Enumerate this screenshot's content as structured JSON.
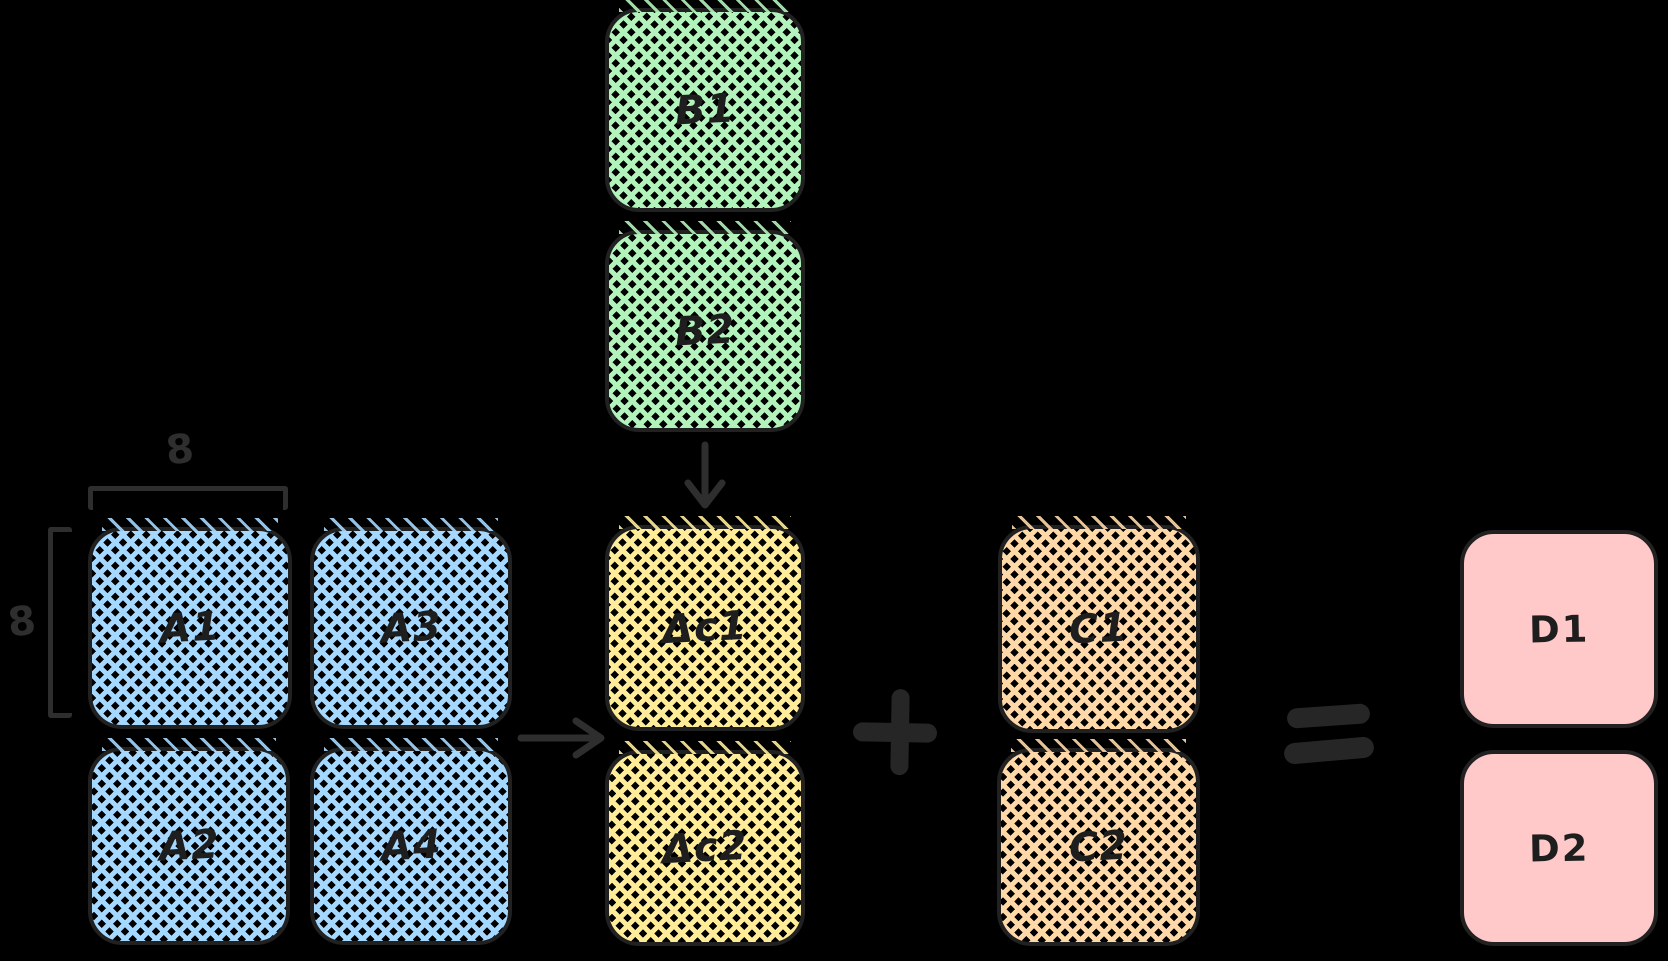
{
  "diagram": {
    "description": "blocked matrix multiply-accumulate: A blocks times B blocks produce delta-c blocks, added to C blocks, equals D blocks",
    "background": "#000000"
  },
  "palette": {
    "green": "#b2f2bb",
    "blue": "#a5d8ff",
    "yellow": "#ffec99",
    "orange": "#ffd8a8",
    "pink": "#ffc9c9",
    "block_outline": "#212121",
    "block_label": "#1e1e1e",
    "annotation": "#2e2e2e"
  },
  "blocks": {
    "b1": {
      "label": "B1"
    },
    "b2": {
      "label": "B2"
    },
    "a1": {
      "label": "A1"
    },
    "a3": {
      "label": "A3"
    },
    "a2": {
      "label": "A2"
    },
    "a4": {
      "label": "A4"
    },
    "dc1": {
      "label": "Δc1"
    },
    "dc2": {
      "label": "Δc2"
    },
    "c1": {
      "label": "C1"
    },
    "c2": {
      "label": "C2"
    },
    "d1": {
      "label": "D1"
    },
    "d2": {
      "label": "D2"
    }
  },
  "dimensions": {
    "block_width": "8",
    "block_height": "8"
  },
  "operators": {
    "plus": "+",
    "equals": "=",
    "map_arrow": "→",
    "feed_arrow": "↓"
  }
}
